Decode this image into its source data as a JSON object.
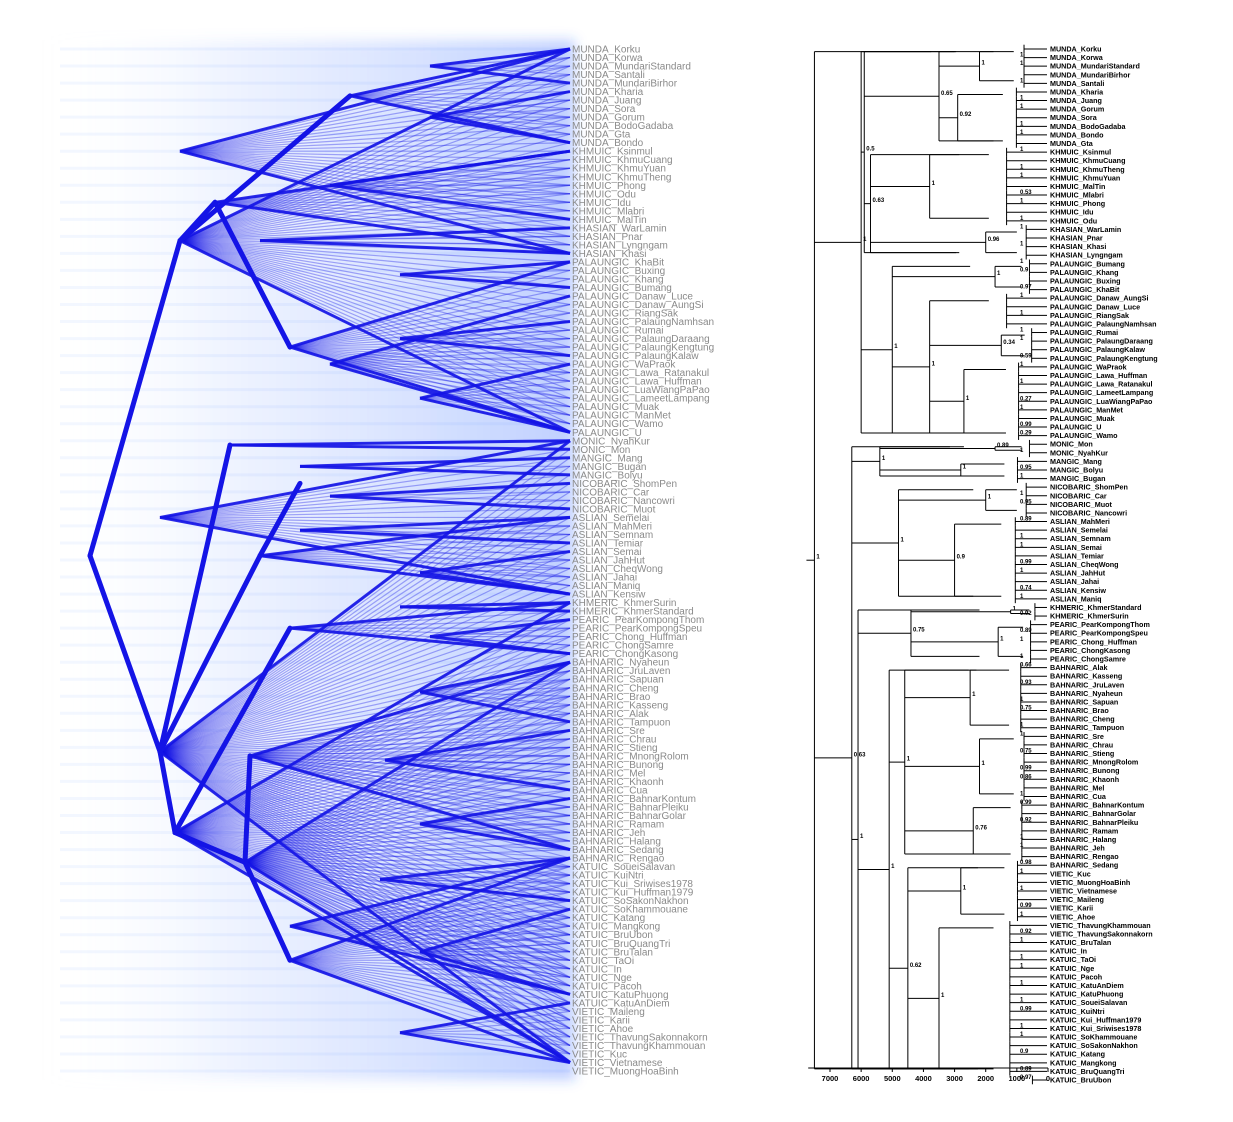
{
  "left_tips": [
    "MUNDA_Korku",
    "MUNDA_Korwa",
    "MUNDA_MundariStandard",
    "MUNDA_Santali",
    "MUNDA_MundariBirhor",
    "MUNDA_Kharia",
    "MUNDA_Juang",
    "MUNDA_Sora",
    "MUNDA_Gorum",
    "MUNDA_BodoGadaba",
    "MUNDA_Gta",
    "MUNDA_Bondo",
    "KHMUIC_Ksinmul",
    "KHMUIC_KhmuCuang",
    "KHMUIC_KhmuYuan",
    "KHMUIC_KhmuTheng",
    "KHMUIC_Phong",
    "KHMUIC_Odu",
    "KHMUIC_Idu",
    "KHMUIC_Mlabri",
    "KHMUIC_MalTin",
    "KHASIAN_WarLamin",
    "KHASIAN_Pnar",
    "KHASIAN_Lyngngam",
    "KHASIAN_Khasi",
    "PALAUNGIC_KhaBit",
    "PALAUNGIC_Buxing",
    "PALAUNGIC_Khang",
    "PALAUNGIC_Bumang",
    "PALAUNGIC_Danaw_Luce",
    "PALAUNGIC_Danaw_AungSi",
    "PALAUNGIC_RiangSak",
    "PALAUNGIC_PalaungNamhsan",
    "PALAUNGIC_Rumai",
    "PALAUNGIC_PalaungDaraang",
    "PALAUNGIC_PalaungKengtung",
    "PALAUNGIC_PalaungKalaw",
    "PALAUNGIC_WaPraok",
    "PALAUNGIC_Lawa_Ratanakul",
    "PALAUNGIC_Lawa_Huffman",
    "PALAUNGIC_LuaWiangPaPao",
    "PALAUNGIC_LameetLampang",
    "PALAUNGIC_Muak",
    "PALAUNGIC_ManMet",
    "PALAUNGIC_Wamo",
    "PALAUNGIC_U",
    "MONIC_NyahKur",
    "MONIC_Mon",
    "MANGIC_Mang",
    "MANGIC_Bugan",
    "MANGIC_Bolyu",
    "NICOBARIC_ShomPen",
    "NICOBARIC_Car",
    "NICOBARIC_Nancowri",
    "NICOBARIC_Muot",
    "ASLIAN_Semelai",
    "ASLIAN_MahMeri",
    "ASLIAN_Semnam",
    "ASLIAN_Temiar",
    "ASLIAN_Semai",
    "ASLIAN_JahHut",
    "ASLIAN_CheqWong",
    "ASLIAN_Jahai",
    "ASLIAN_Maniq",
    "ASLIAN_Kensiw",
    "KHMERIC_KhmerSurin",
    "KHMERIC_KhmerStandard",
    "PEARIC_PearKompongThom",
    "PEARIC_PearKompongSpeu",
    "PEARIC_Chong_Huffman",
    "PEARIC_ChongSamre",
    "PEARIC_ChongKasong",
    "BAHNARIC_Nyaheun",
    "BAHNARIC_JruLaven",
    "BAHNARIC_Sapuan",
    "BAHNARIC_Cheng",
    "BAHNARIC_Brao",
    "BAHNARIC_Kasseng",
    "BAHNARIC_Alak",
    "BAHNARIC_Tampuon",
    "BAHNARIC_Sre",
    "BAHNARIC_Chrau",
    "BAHNARIC_Stieng",
    "BAHNARIC_MnongRolom",
    "BAHNARIC_Bunong",
    "BAHNARIC_Mel",
    "BAHNARIC_Khaonh",
    "BAHNARIC_Cua",
    "BAHNARIC_BahnarKontum",
    "BAHNARIC_BahnarPleiku",
    "BAHNARIC_BahnarGolar",
    "BAHNARIC_Ramam",
    "BAHNARIC_Jeh",
    "BAHNARIC_Halang",
    "BAHNARIC_Sedang",
    "BAHNARIC_Rengao",
    "KATUIC_SoueiSalavan",
    "KATUIC_KuiNtri",
    "KATUIC_Kui_Sriwises1978",
    "KATUIC_Kui_Huffman1979",
    "KATUIC_SoSakonNakhon",
    "KATUIC_SoKhammouane",
    "KATUIC_Katang",
    "KATUIC_Mangkong",
    "KATUIC_BruUbon",
    "KATUIC_BruQuangTri",
    "KATUIC_BruTalan",
    "KATUIC_TaOi",
    "KATUIC_In",
    "KATUIC_Nge",
    "KATUIC_Pacoh",
    "KATUIC_KatuPhuong",
    "KATUIC_KatuAnDiem",
    "VIETIC_Maileng",
    "VIETIC_Karii",
    "VIETIC_Ahoe",
    "VIETIC_ThavungSakonnakorn",
    "VIETIC_ThavungKhammouan",
    "VIETIC_Kuc",
    "VIETIC_Vietnamese",
    "VIETIC_MuongHoaBinh"
  ],
  "right_tips": [
    "MUNDA_Korku",
    "MUNDA_Korwa",
    "MUNDA_MundariStandard",
    "MUNDA_MundariBirhor",
    "MUNDA_Santali",
    "MUNDA_Kharia",
    "MUNDA_Juang",
    "MUNDA_Gorum",
    "MUNDA_Sora",
    "MUNDA_BodoGadaba",
    "MUNDA_Bondo",
    "MUNDA_Gta",
    "KHMUIC_Ksinmul",
    "KHMUIC_KhmuCuang",
    "KHMUIC_KhmuTheng",
    "KHMUIC_KhmuYuan",
    "KHMUIC_MalTin",
    "KHMUIC_Mlabri",
    "KHMUIC_Phong",
    "KHMUIC_Idu",
    "KHMUIC_Odu",
    "KHASIAN_WarLamin",
    "KHASIAN_Pnar",
    "KHASIAN_Khasi",
    "KHASIAN_Lyngngam",
    "PALAUNGIC_Bumang",
    "PALAUNGIC_Khang",
    "PALAUNGIC_Buxing",
    "PALAUNGIC_KhaBit",
    "PALAUNGIC_Danaw_AungSi",
    "PALAUNGIC_Danaw_Luce",
    "PALAUNGIC_RiangSak",
    "PALAUNGIC_PalaungNamhsan",
    "PALAUNGIC_Rumai",
    "PALAUNGIC_PalaungDaraang",
    "PALAUNGIC_PalaungKalaw",
    "PALAUNGIC_PalaungKengtung",
    "PALAUNGIC_WaPraok",
    "PALAUNGIC_Lawa_Huffman",
    "PALAUNGIC_Lawa_Ratanakul",
    "PALAUNGIC_LameetLampang",
    "PALAUNGIC_LuaWiangPaPao",
    "PALAUNGIC_ManMet",
    "PALAUNGIC_Muak",
    "PALAUNGIC_U",
    "PALAUNGIC_Wamo",
    "MONIC_Mon",
    "MONIC_NyahKur",
    "MANGIC_Mang",
    "MANGIC_Bolyu",
    "MANGIC_Bugan",
    "NICOBARIC_ShomPen",
    "NICOBARIC_Car",
    "NICOBARIC_Muot",
    "NICOBARIC_Nancowri",
    "ASLIAN_MahMeri",
    "ASLIAN_Semelai",
    "ASLIAN_Semnam",
    "ASLIAN_Semai",
    "ASLIAN_Temiar",
    "ASLIAN_CheqWong",
    "ASLIAN_JahHut",
    "ASLIAN_Jahai",
    "ASLIAN_Kensiw",
    "ASLIAN_Maniq",
    "KHMERIC_KhmerStandard",
    "KHMERIC_KhmerSurin",
    "PEARIC_PearKompongThom",
    "PEARIC_PearKompongSpeu",
    "PEARIC_Chong_Huffman",
    "PEARIC_ChongKasong",
    "PEARIC_ChongSamre",
    "BAHNARIC_Alak",
    "BAHNARIC_Kasseng",
    "BAHNARIC_JruLaven",
    "BAHNARIC_Nyaheun",
    "BAHNARIC_Sapuan",
    "BAHNARIC_Brao",
    "BAHNARIC_Cheng",
    "BAHNARIC_Tampuon",
    "BAHNARIC_Sre",
    "BAHNARIC_Chrau",
    "BAHNARIC_Stieng",
    "BAHNARIC_MnongRolom",
    "BAHNARIC_Bunong",
    "BAHNARIC_Khaonh",
    "BAHNARIC_Mel",
    "BAHNARIC_Cua",
    "BAHNARIC_BahnarKontum",
    "BAHNARIC_BahnarGolar",
    "BAHNARIC_BahnarPleiku",
    "BAHNARIC_Ramam",
    "BAHNARIC_Halang",
    "BAHNARIC_Jeh",
    "BAHNARIC_Rengao",
    "BAHNARIC_Sedang",
    "VIETIC_Kuc",
    "VIETIC_MuongHoaBinh",
    "VIETIC_Vietnamese",
    "VIETIC_Maileng",
    "VIETIC_Karii",
    "VIETIC_Ahoe",
    "VIETIC_ThavungKhammouan",
    "VIETIC_ThavungSakonnakorn",
    "KATUIC_BruTalan",
    "KATUIC_In",
    "KATUIC_TaOi",
    "KATUIC_Nge",
    "KATUIC_Pacoh",
    "KATUIC_KatuAnDiem",
    "KATUIC_KatuPhuong",
    "KATUIC_SoueiSalavan",
    "KATUIC_KuiNtri",
    "KATUIC_Kui_Huffman1979",
    "KATUIC_Kui_Sriwises1978",
    "KATUIC_SoKhammouane",
    "KATUIC_SoSakonNakhon",
    "KATUIC_Katang",
    "KATUIC_Mangkong",
    "KATUIC_BruQuangTri",
    "KATUIC_BruUbon"
  ],
  "support_values": [
    "1",
    "0.65",
    "0.92",
    "1",
    "0.63",
    "0.96",
    "1",
    "1",
    "1",
    "0.34",
    "1",
    "1",
    "0.5",
    "0.89",
    "1",
    "1",
    "1",
    "0.9",
    "1",
    "1",
    "1",
    "0.75",
    "1",
    "1",
    "1",
    "0.76",
    "1",
    "1",
    "0.62",
    "1",
    "1",
    "0.63",
    "1",
    "1",
    "1",
    "1",
    "1",
    "1",
    "1",
    "1",
    "1",
    "1",
    "1",
    "0.53",
    "1",
    "1",
    "1",
    "1",
    "1",
    "0.9",
    "0.97",
    "1",
    "1",
    "1",
    "1",
    "0.59",
    "1",
    "1",
    "0.27",
    "1",
    "0.99",
    "0.29",
    "1",
    "0.95",
    "1",
    "1",
    "0.95",
    "0.89",
    "1",
    "1",
    "0.99",
    "1",
    "0.74",
    "1",
    "0.92",
    "0.89",
    "1",
    "1",
    "0.66",
    "0.93",
    "1",
    "0.75",
    "1",
    "1",
    "0.75",
    "0.99",
    "0.86",
    "1",
    "0.99",
    "0.92",
    "1",
    "1",
    "0.98",
    "1",
    "1",
    "0.99",
    "1",
    "0.92",
    "1",
    "1",
    "1",
    "1",
    "1",
    "0.99",
    "1",
    "1",
    "0.9",
    "0.89",
    "0.97"
  ],
  "axis_ticks": [
    "7000",
    "6000",
    "5000",
    "4000",
    "3000",
    "2000",
    "1000",
    "0"
  ],
  "colors": {
    "tree_blue": "#1414e6",
    "halo_blue": "#2f6fff",
    "left_label": "#8a8a8a",
    "right_tree": "#000000"
  }
}
